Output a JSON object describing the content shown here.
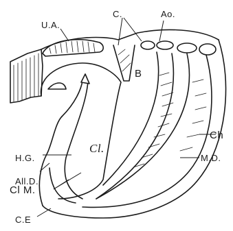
{
  "labels": {
    "ua": "U.A.",
    "c": "C.",
    "ao": "Ao.",
    "b": "B",
    "ch": "Ch",
    "alld": "All.D.",
    "clm": "Cl M.",
    "cl": "Cl.",
    "md": "M.D.",
    "hg": "H.G.",
    "ce": "C.E"
  }
}
